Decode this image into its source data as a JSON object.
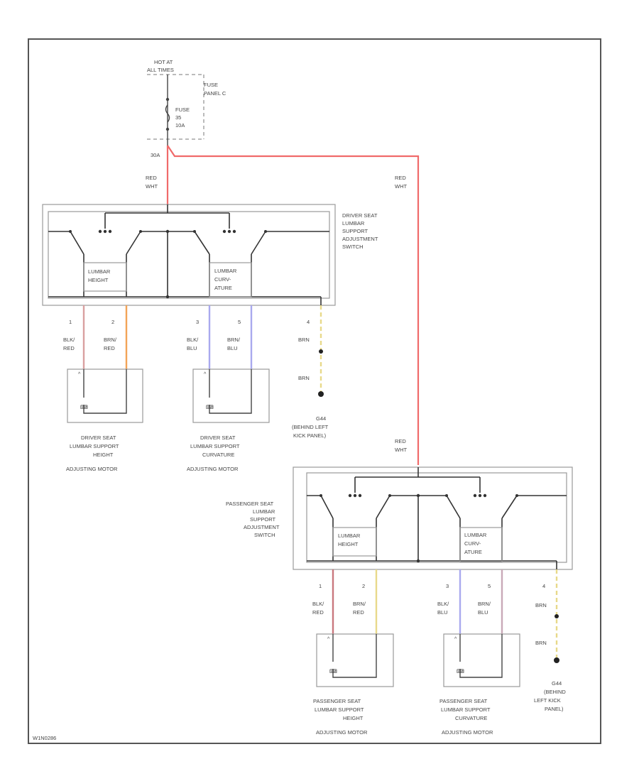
{
  "power": {
    "hot_line1": "HOT AT",
    "hot_line2": "ALL TIMES",
    "fuse_panel_line1": "FUSE",
    "fuse_panel_line2": "PANEL C",
    "fuse_line1": "FUSE",
    "fuse_line2": "35",
    "fuse_line3": "10A",
    "pin_label": "30A",
    "wire_color_red": "#f06a6a"
  },
  "wires": {
    "feed_driver": [
      "RED",
      "WHT"
    ],
    "feed_branch": [
      "RED",
      "WHT"
    ],
    "feed_passenger": [
      "RED",
      "WHT"
    ]
  },
  "driver_switch": {
    "label": [
      "DRIVER SEAT",
      "LUMBAR",
      "SUPPORT",
      "ADJUSTMENT",
      "SWITCH"
    ],
    "height_label": [
      "LUMBAR",
      "HEIGHT"
    ],
    "curvature_label": [
      "LUMBAR",
      "CURV-",
      "ATURE"
    ],
    "pins": [
      {
        "num": "1",
        "wire": [
          "BLK/",
          "RED"
        ],
        "color": "#d9a0a0"
      },
      {
        "num": "2",
        "wire": [
          "BRN/",
          "RED"
        ],
        "color": "#f3a457"
      },
      {
        "num": "3",
        "wire": [
          "BLK/",
          "BLU"
        ],
        "color": "#a9a9ee"
      },
      {
        "num": "5",
        "wire": [
          "BRN/",
          "BLU"
        ],
        "color": "#a9a9ee"
      },
      {
        "num": "4",
        "wire": [
          "BRN"
        ],
        "color": "#e8d98a"
      }
    ],
    "ground_wire": "BRN",
    "ground_label": [
      "G44",
      "(BEHIND LEFT",
      "KICK PANEL)"
    ]
  },
  "driver_motors": [
    {
      "label": [
        "DRIVER SEAT",
        "LUMBAR SUPPORT",
        "HEIGHT",
        "ADJUSTING MOTOR"
      ]
    },
    {
      "label": [
        "DRIVER SEAT",
        "LUMBAR SUPPORT",
        "CURVATURE",
        "ADJUSTING MOTOR"
      ]
    }
  ],
  "passenger_switch": {
    "label": [
      "PASSENGER SEAT",
      "LUMBAR",
      "SUPPORT",
      "ADJUSTMENT",
      "SWITCH"
    ],
    "height_label": [
      "LUMBAR",
      "HEIGHT"
    ],
    "curvature_label": [
      "LUMBAR",
      "CURV-",
      "ATURE"
    ],
    "pins": [
      {
        "num": "1",
        "wire": [
          "BLK/",
          "RED"
        ],
        "color": "#c9787e"
      },
      {
        "num": "2",
        "wire": [
          "BRN/",
          "RED"
        ],
        "color": "#e8d98a"
      },
      {
        "num": "3",
        "wire": [
          "BLK/",
          "BLU"
        ],
        "color": "#a9a9ee"
      },
      {
        "num": "5",
        "wire": [
          "BRN/",
          "BLU"
        ],
        "color": "#c9a9b8"
      },
      {
        "num": "4",
        "wire": [
          "BRN"
        ],
        "color": "#e8d98a"
      }
    ],
    "ground_wire": "BRN",
    "ground_label": [
      "G44",
      "(BEHIND",
      "LEFT KICK",
      "PANEL)"
    ]
  },
  "passenger_motors": [
    {
      "label": [
        "PASSENGER SEAT",
        "LUMBAR SUPPORT",
        "HEIGHT",
        "ADJUSTING MOTOR"
      ]
    },
    {
      "label": [
        "PASSENGER SEAT",
        "LUMBAR SUPPORT",
        "CURVATURE",
        "ADJUSTING MOTOR"
      ]
    }
  ],
  "footer_code": "W1N0286"
}
